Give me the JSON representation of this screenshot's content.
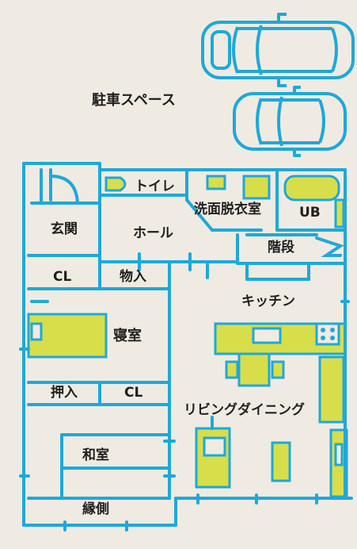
{
  "labels": {
    "parking": "駐車スペース",
    "toilet": "トイレ",
    "washroom": "洗面脱衣室",
    "bath": "UB",
    "entrance": "玄関",
    "hall": "ホール",
    "stairs": "階段",
    "closet_1": "CL",
    "storage": "物入",
    "kitchen": "キッチン",
    "bedroom": "寝室",
    "oshiire": "押入",
    "closet_2": "CL",
    "living_dining": "リビングダイニング",
    "japanese_room": "和室",
    "veranda": "縁側"
  },
  "colors": {
    "wall": "#1fa8d8",
    "fixture_fill": "#d7de4a",
    "background": "#efebe3",
    "label_text": "#1f1f1f"
  },
  "icons": {
    "cars": [
      "car-icon",
      "car-icon"
    ],
    "fixtures": [
      "toilet-icon",
      "bathtub-icon",
      "sink-icon",
      "bed-icon",
      "sofa-icon",
      "dining-table-icon",
      "kitchen-counter-icon"
    ]
  }
}
